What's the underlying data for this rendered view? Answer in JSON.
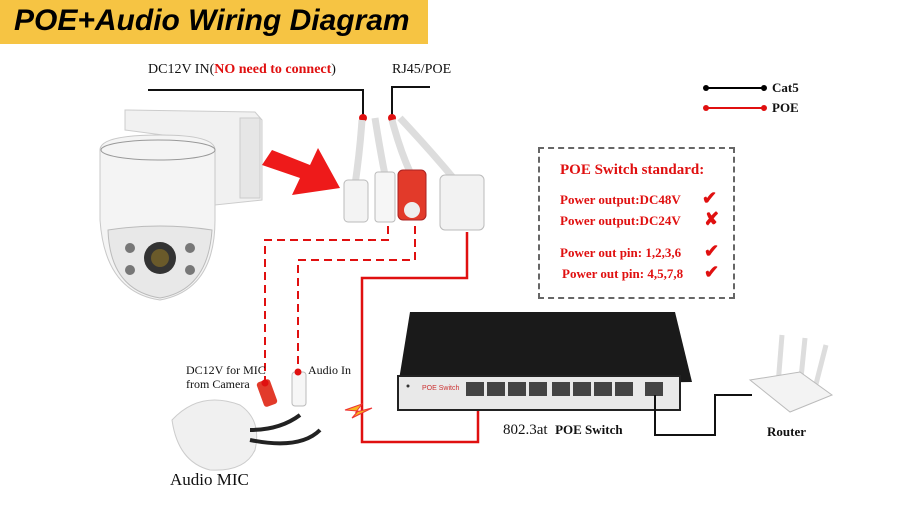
{
  "title": "POE+Audio Wiring Diagram",
  "labels": {
    "dc_in_prefix": "DC12V IN(",
    "dc_in_note": "NO need to connect",
    "dc_in_suffix": ")",
    "rj45": "RJ45/POE",
    "mic_power_line1": "DC12V for MIC",
    "mic_power_line2": "from Camera",
    "audio_in": "Audio In",
    "audio_mic": "Audio MIC",
    "switch_std": "802.3at",
    "switch_name": "POE Switch",
    "switch_face": "POE Switch",
    "router": "Router"
  },
  "legend": [
    {
      "label": "Cat5",
      "color": "#000000"
    },
    {
      "label": "POE",
      "color": "#e01010"
    }
  ],
  "standard": {
    "heading": "POE Switch standard:",
    "items": [
      {
        "text": "Power output:DC48V",
        "mark": "✔"
      },
      {
        "text": "Power output:DC24V",
        "mark": "✘"
      },
      {
        "text": "Power out pin: 1,2,3,6",
        "mark": "✔"
      },
      {
        "text": "Power out pin: 4,5,7,8",
        "mark": "✔"
      }
    ]
  }
}
